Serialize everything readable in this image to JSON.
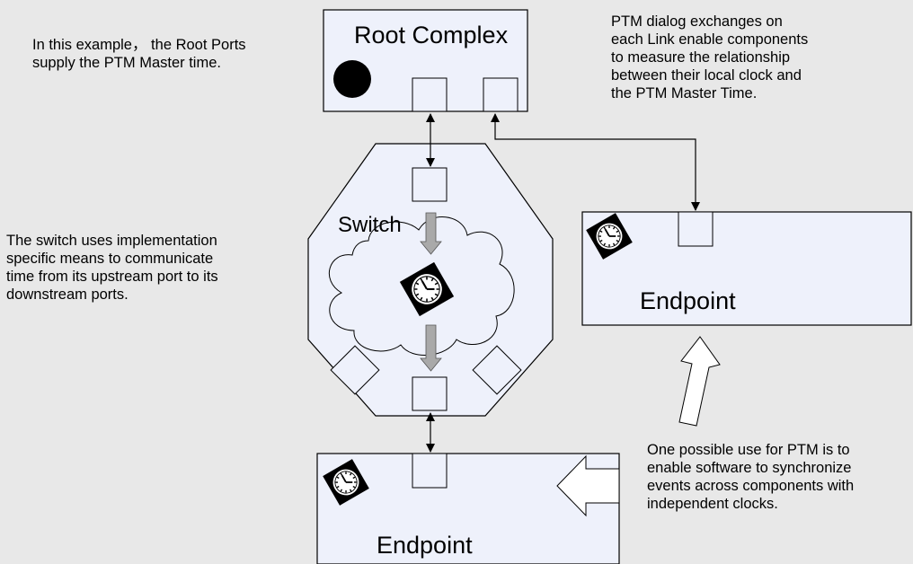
{
  "texts": {
    "note_root_ports": [
      "In this example， the Root Ports",
      "supply the PTM Master time."
    ],
    "note_ptm_dialog": [
      "PTM dialog exchanges on",
      "each Link enable components",
      "to measure the relationship",
      "between their local clock and",
      "the PTM Master Time."
    ],
    "note_switch": [
      "The switch uses implementation",
      "specific means to communicate",
      "time from its upstream port to its",
      "downstream ports."
    ],
    "note_ptm_use": [
      "One possible use for PTM is to",
      "enable software to synchronize",
      "events across components with",
      "independent clocks."
    ]
  },
  "labels": {
    "root_complex": "Root Complex",
    "switch": "Switch",
    "endpoint_right": "Endpoint",
    "endpoint_bottom": "Endpoint"
  },
  "colors": {
    "background": "#e8e8e8",
    "box_fill": "#eef1fb",
    "stroke": "#000000",
    "gray_arrow": "#a9a9a9",
    "outline_arrow_fill": "#ffffff"
  },
  "icons": [
    "clock-icon",
    "black-dot-icon",
    "cloud-shape",
    "double-arrow",
    "block-arrow"
  ]
}
